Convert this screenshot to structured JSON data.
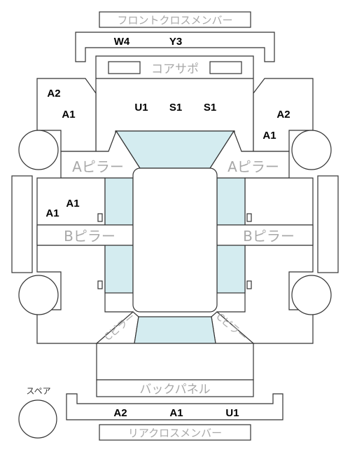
{
  "parts": {
    "front_cross_member": "フロントクロスメンバー",
    "core_support": "コアサポ",
    "a_pillar_left": "Aピラー",
    "a_pillar_right": "Aピラー",
    "b_pillar_left": "Bピラー",
    "b_pillar_right": "Bピラー",
    "c_pillar_left": "Cピラー",
    "c_pillar_right": "Cピラー",
    "back_panel": "バックパネル",
    "rear_cross_member": "リアクロスメンバー",
    "spare": "スペア"
  },
  "codes": {
    "front_member": [
      "W4",
      "Y3"
    ],
    "core_area": [
      "U1",
      "S1",
      "S1"
    ],
    "left_front": [
      "A2",
      "A1"
    ],
    "right_front": [
      "A2",
      "A1"
    ],
    "left_mid": [
      "A1",
      "A1"
    ],
    "rear_member": [
      "A2",
      "A1",
      "U1"
    ]
  }
}
